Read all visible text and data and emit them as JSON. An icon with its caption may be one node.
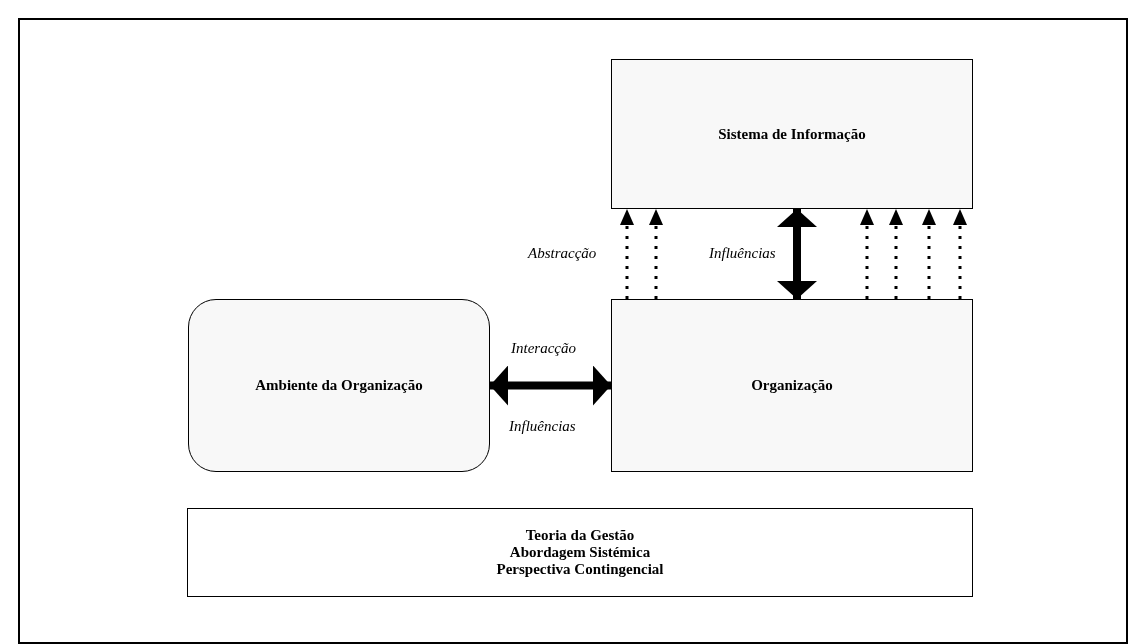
{
  "diagram": {
    "nodes": [
      {
        "text": [
          "Sistema de Informação"
        ]
      },
      {
        "text": [
          "Ambiente da Organização"
        ]
      },
      {
        "text": [
          "Organização"
        ]
      },
      {
        "text": [
          "Teoria da Gestão",
          "Abordagem Sistémica",
          "Perspectiva Contingencial"
        ]
      }
    ],
    "edges": [
      {
        "from": 2,
        "to": 0,
        "arrow": "to",
        "style": "dashed",
        "label": "Abstracção"
      },
      {
        "from": 2,
        "to": 0,
        "arrow": "to",
        "style": "dashed"
      },
      {
        "from": 2,
        "to": 0,
        "arrow": "both",
        "style": "thick",
        "label": "Influências"
      },
      {
        "from": 2,
        "to": 0,
        "arrow": "to",
        "style": "dashed"
      },
      {
        "from": 2,
        "to": 0,
        "arrow": "to",
        "style": "dashed"
      },
      {
        "from": 2,
        "to": 0,
        "arrow": "to",
        "style": "dashed"
      },
      {
        "from": 2,
        "to": 0,
        "arrow": "to",
        "style": "dashed"
      },
      {
        "from": 1,
        "to": 2,
        "arrow": "both",
        "style": "thick",
        "label": "Interacção"
      }
    ],
    "labels": [
      "Influências"
    ]
  }
}
